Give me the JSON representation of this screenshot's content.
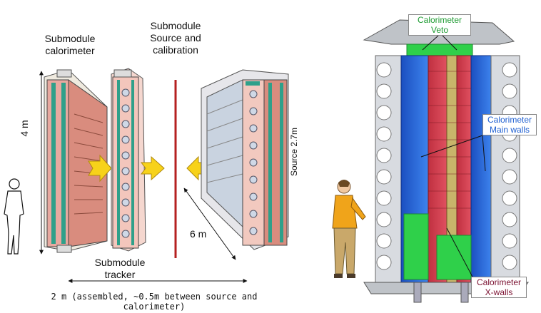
{
  "left": {
    "submodule_calorimeter": "Submodule\ncalorimeter",
    "submodule_source": "Submodule\nSource and\ncalibration",
    "submodule_tracker": "Submodule\ntracker",
    "height_label": "4 m",
    "source_label": "Source 2.7m",
    "depth_label": "6 m",
    "assembled_label": "2 m (assembled, ~0.5m between source and calorimeter)"
  },
  "right": {
    "veto_label": "Calorimeter\nVeto",
    "main_walls_label": "Calorimeter\nMain walls",
    "xwalls_label": "Calorimeter\nX-walls"
  },
  "colors": {
    "calorimeter_blue": "#2f6ee0",
    "tracker_red": "#d8434f",
    "veto_green": "#2fd04a",
    "source_line": "#b52020",
    "arrow_yellow": "#f7d21a",
    "xwalls_text": "#7a1030"
  }
}
